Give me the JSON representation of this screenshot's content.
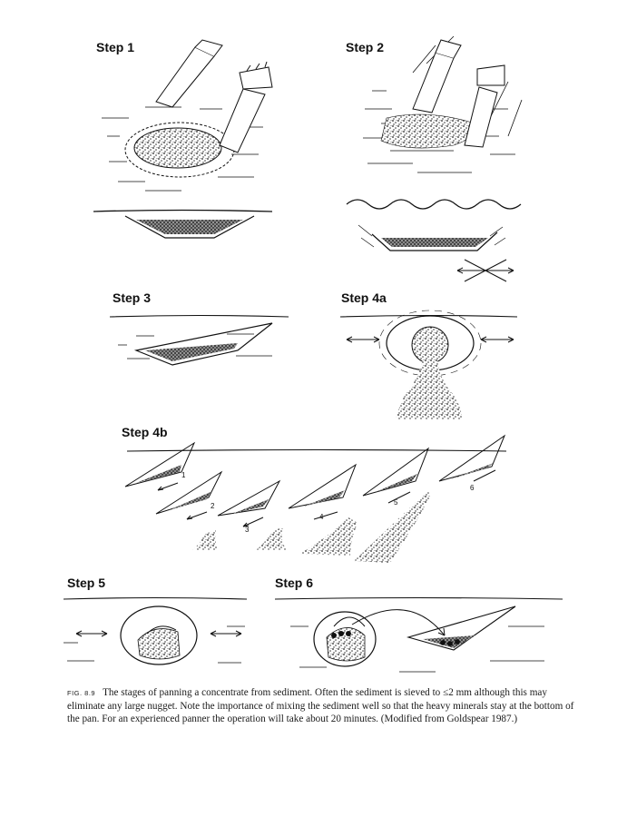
{
  "steps": {
    "s1": "Step 1",
    "s2": "Step 2",
    "s3": "Step 3",
    "s4a": "Step 4a",
    "s4b": "Step 4b",
    "s5": "Step 5",
    "s6": "Step 6"
  },
  "step4b_numbers": [
    "1",
    "2",
    "3",
    "4",
    "5",
    "6"
  ],
  "caption": {
    "fig_label": "FIG. 8.9",
    "text": "The stages of panning a concentrate from sediment. Often the sediment is sieved to ≤2 mm although this may eliminate any large nugget. Note the importance of mixing the sediment well so that the heavy minerals stay at the bottom of the pan. For an experienced panner the operation will take about 20 minutes. (Modified from Goldspear 1987.)"
  }
}
